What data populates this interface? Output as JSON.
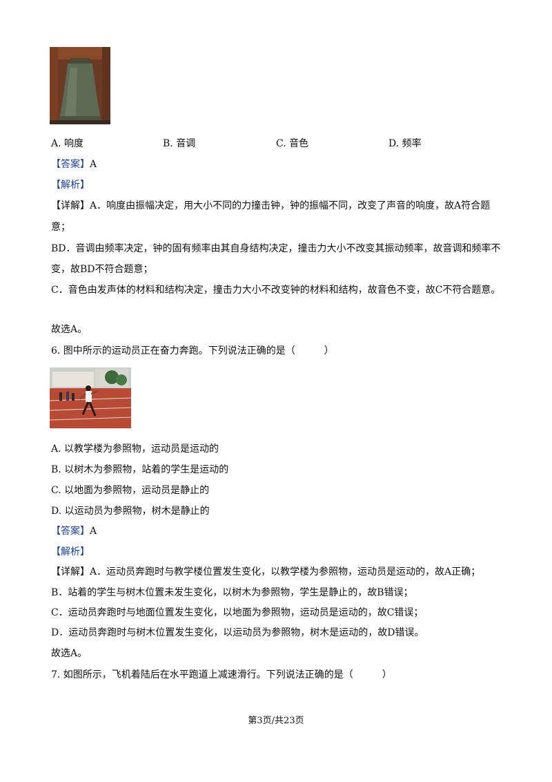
{
  "q5": {
    "options": {
      "a": "A. 响度",
      "b": "B. 音调",
      "c": "C. 音色",
      "d": "D. 频率"
    },
    "answer_tag": "【答案】",
    "answer": "A",
    "analysis_tag": "【解析】",
    "detail_tag": "【详解】",
    "detail_a_line1": "A．响度由振幅决定，用大小不同的力撞击钟，钟的振幅不同，改变了声音的响度，故A符合题",
    "detail_a_line2": "意；",
    "detail_bd_line1": "BD．音调由频率决定，钟的固有频率由其自身结构决定，撞击力大小不改变其振动频率，故音调和频率不",
    "detail_bd_line2": "变，故BD不符合题意；",
    "detail_c": "C．音色由发声体的材料和结构决定，撞击力大小不改变钟的材料和结构，故音色不变，故C不符合题意。",
    "conclusion": "故选A。"
  },
  "q6": {
    "question": "6. 图中所示的运动员正在奋力奔跑。下列说法正确的是（　　　）",
    "option_a": "A. 以教学楼为参照物，运动员是运动的",
    "option_b": "B. 以树木为参照物，站着的学生是运动的",
    "option_c": "C. 以地面为参照物，运动员是静止的",
    "option_d": "D. 以运动员为参照物，树木是静止的",
    "answer_tag": "【答案】",
    "answer": "A",
    "analysis_tag": "【解析】",
    "detail_tag": "【详解】",
    "detail_a": "A．运动员奔跑时与教学楼位置发生变化，以教学楼为参照物，运动员是运动的，故A正确；",
    "detail_b": "B．站着的学生与树木位置未发生变化，以树木为参照物，学生是静止的，故B错误；",
    "detail_c": "C．运动员奔跑时与地面位置发生变化，以地面为参照物，运动员是运动的，故C错误；",
    "detail_d": "D．运动员奔跑时与树木位置发生变化，以运动员为参照物，树木是运动的，故D错误。",
    "conclusion": "故选A。"
  },
  "q7": {
    "question": "7. 如图所示，飞机着陆后在水平跑道上减速滑行。下列说法正确的是（　　　）"
  },
  "footer": {
    "page": "第3页/共23页"
  }
}
